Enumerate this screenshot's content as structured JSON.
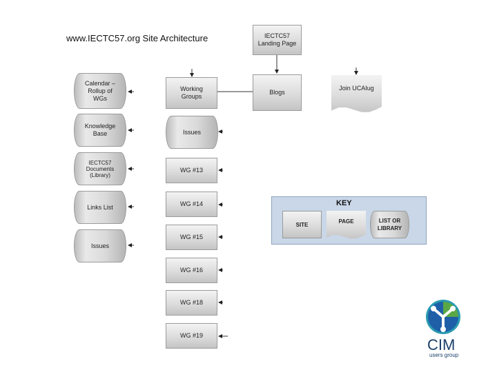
{
  "title": "www.IECTC57.org Site Architecture",
  "left_column": [
    {
      "id": "calendar",
      "type": "library",
      "label": "Calendar –\nRollup of\nWGs"
    },
    {
      "id": "knowledge",
      "type": "library",
      "label": "Knowledge\nBase"
    },
    {
      "id": "documents",
      "type": "library",
      "label": "IECTC57\nDocuments\n(Library)"
    },
    {
      "id": "links",
      "type": "library",
      "label": "Links List"
    },
    {
      "id": "issues-left",
      "type": "library",
      "label": "Issues"
    }
  ],
  "middle_column": [
    {
      "id": "working-groups",
      "type": "site",
      "label": "Working\nGroups"
    },
    {
      "id": "issues-mid",
      "type": "library",
      "label": "Issues"
    },
    {
      "id": "wg13",
      "type": "site",
      "label": "WG #13"
    },
    {
      "id": "wg14",
      "type": "site",
      "label": "WG #14"
    },
    {
      "id": "wg15",
      "type": "site",
      "label": "WG #15"
    },
    {
      "id": "wg16",
      "type": "site",
      "label": "WG #16"
    },
    {
      "id": "wg18",
      "type": "site",
      "label": "WG #18"
    },
    {
      "id": "wg19",
      "type": "site",
      "label": "WG #19"
    }
  ],
  "top_nodes": {
    "landing": {
      "type": "site",
      "label": "IECTC57\nLanding Page"
    },
    "blogs": {
      "type": "site",
      "label": "Blogs"
    },
    "join": {
      "type": "page",
      "label": "Join UCAIug"
    }
  },
  "key": {
    "title": "KEY",
    "site": "SITE",
    "page": "PAGE",
    "library": "LIST OR\nLIBRARY"
  },
  "logo": {
    "text": "CIM",
    "subtext": "users group",
    "colors": {
      "blue": "#1e5fa8",
      "green": "#5aa845",
      "teal": "#2b9bb0"
    }
  }
}
